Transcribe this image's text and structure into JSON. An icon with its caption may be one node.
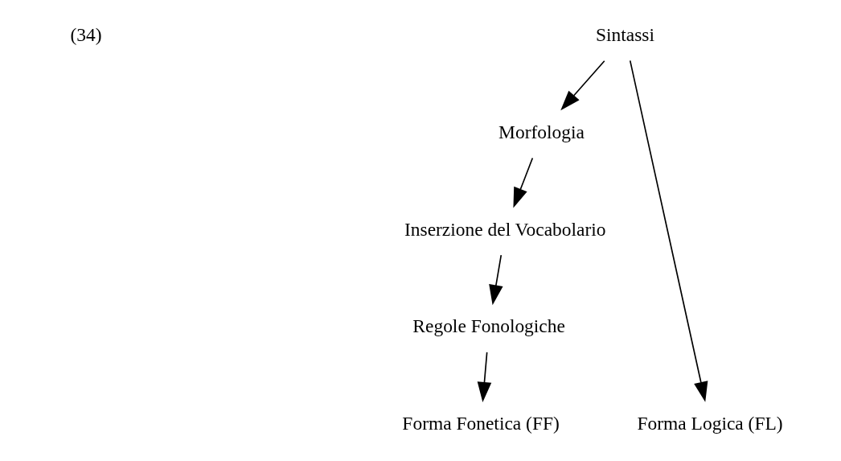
{
  "diagram": {
    "nodes": [
      {
        "text": [
          "Sintassi"
        ]
      },
      {
        "text": [
          "Morfologia"
        ]
      },
      {
        "text": [
          "Inserzione del Vocabolario"
        ]
      },
      {
        "text": [
          "Regole Fonologiche"
        ]
      },
      {
        "text": [
          "Forma Fonetica (FF)"
        ]
      },
      {
        "text": [
          "Forma Logica (FL)"
        ]
      }
    ],
    "edges": [
      {
        "from": 0,
        "to": 1,
        "arrow": "to"
      },
      {
        "from": 1,
        "to": 2,
        "arrow": "to"
      },
      {
        "from": 2,
        "to": 3,
        "arrow": "to"
      },
      {
        "from": 3,
        "to": 4,
        "arrow": "to"
      },
      {
        "from": 0,
        "to": 5,
        "arrow": "to"
      }
    ],
    "labels": [
      "(34)"
    ]
  }
}
